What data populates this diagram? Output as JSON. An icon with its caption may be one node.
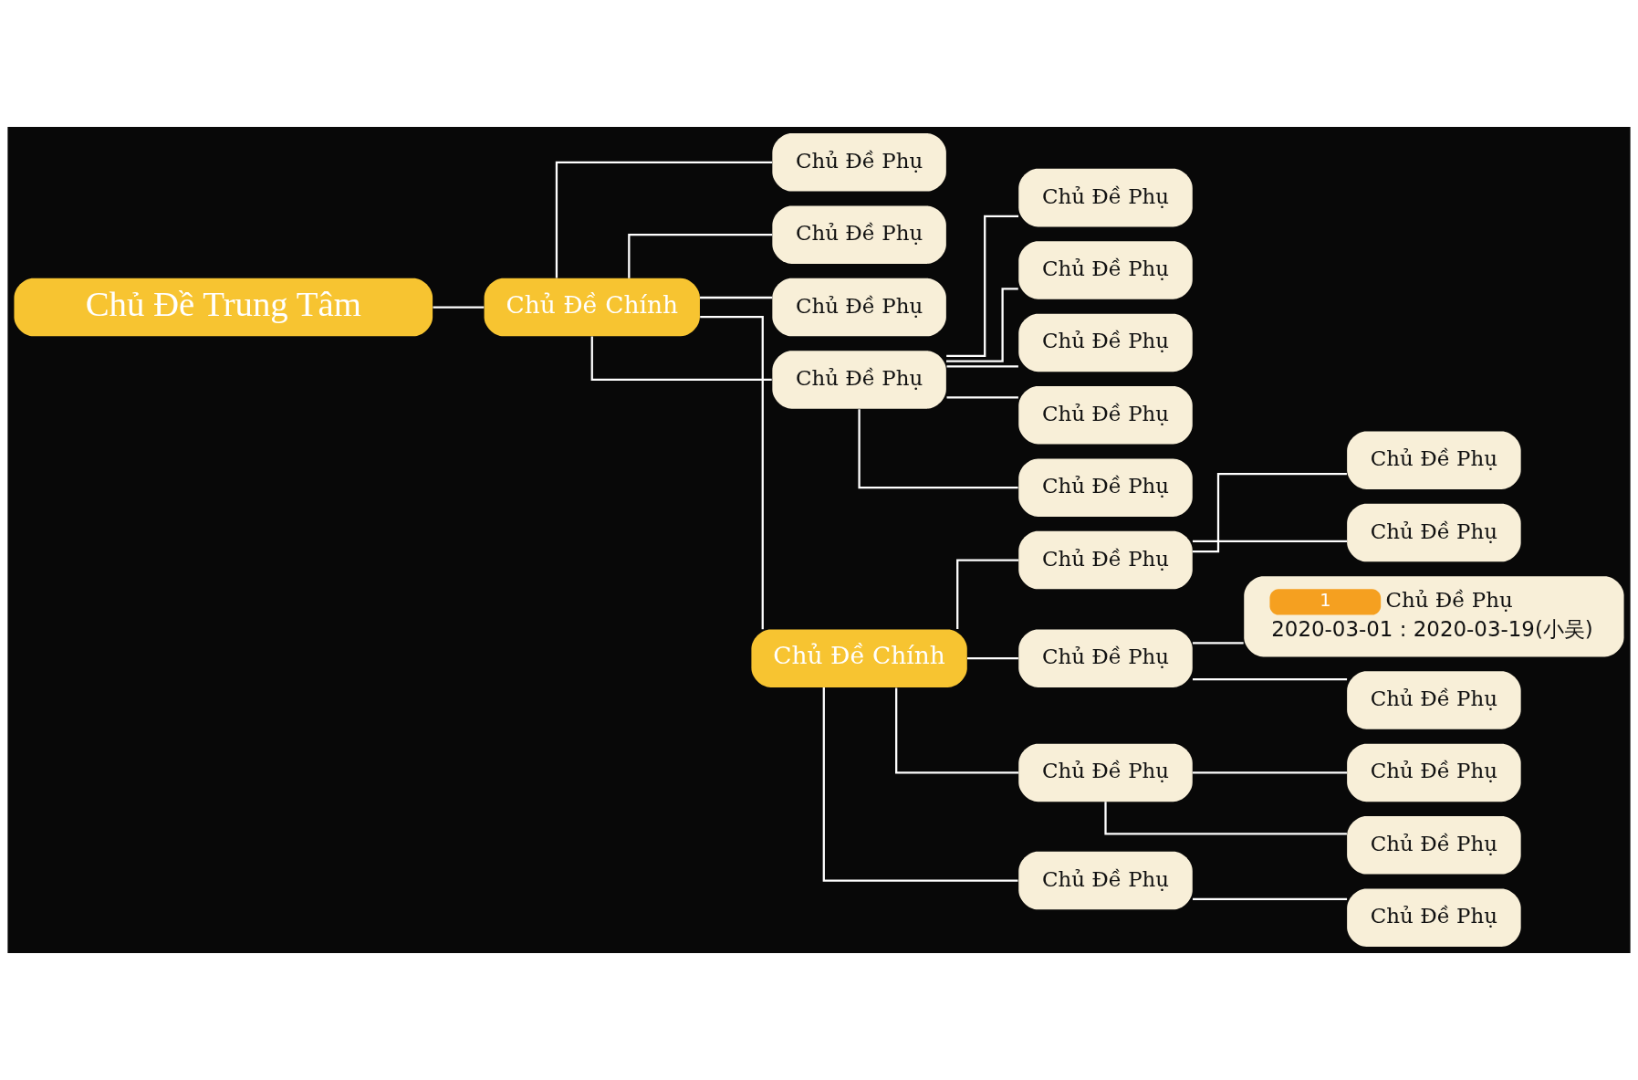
{
  "diagram": {
    "nodes": [
      {
        "text": [
          "Chủ Đề Trung Tâm"
        ]
      },
      {
        "text": [
          "Chủ Đề Chính"
        ]
      },
      {
        "text": [
          "Chủ Đề Phụ"
        ]
      },
      {
        "text": [
          "Chủ Đề Phụ"
        ]
      },
      {
        "text": [
          "Chủ Đề Phụ"
        ]
      },
      {
        "text": [
          "Chủ Đề Phụ"
        ]
      },
      {
        "text": [
          "Chủ Đề Phụ"
        ]
      },
      {
        "text": [
          "Chủ Đề Phụ"
        ]
      },
      {
        "text": [
          "Chủ Đề Phụ"
        ]
      },
      {
        "text": [
          "Chủ Đề Phụ"
        ]
      },
      {
        "text": [
          "Chủ Đề Phụ"
        ]
      },
      {
        "text": [
          "Chủ Đề Chính"
        ]
      },
      {
        "text": [
          "Chủ Đề Phụ"
        ]
      },
      {
        "text": [
          "Chủ Đề Phụ"
        ]
      },
      {
        "text": [
          "Chủ Đề Phụ"
        ]
      },
      {
        "text": [
          "Chủ Đề Phụ"
        ]
      },
      {
        "text": [
          "1",
          "Chủ Đề Phụ",
          "2020-03-01 : 2020-03-19(小吴)"
        ]
      },
      {
        "text": [
          "Chủ Đề Phụ"
        ]
      },
      {
        "text": [
          "Chủ Đề Phụ"
        ]
      },
      {
        "text": [
          "Chủ Đề Phụ"
        ]
      },
      {
        "text": [
          "Chủ Đề Phụ"
        ]
      },
      {
        "text": [
          "Chủ Đề Phụ"
        ]
      },
      {
        "text": [
          "Chủ Đề Phụ"
        ]
      }
    ],
    "edges": [
      {
        "from": 0,
        "to": 1,
        "arrow": "none"
      },
      {
        "from": 1,
        "to": 2,
        "arrow": "none"
      },
      {
        "from": 1,
        "to": 3,
        "arrow": "none"
      },
      {
        "from": 1,
        "to": 4,
        "arrow": "none"
      },
      {
        "from": 1,
        "to": 5,
        "arrow": "none"
      },
      {
        "from": 5,
        "to": 6,
        "arrow": "none"
      },
      {
        "from": 5,
        "to": 7,
        "arrow": "none"
      },
      {
        "from": 5,
        "to": 8,
        "arrow": "none"
      },
      {
        "from": 5,
        "to": 9,
        "arrow": "none"
      },
      {
        "from": 5,
        "to": 10,
        "arrow": "none"
      },
      {
        "from": 1,
        "to": 11,
        "arrow": "none"
      },
      {
        "from": 11,
        "to": 12,
        "arrow": "none"
      },
      {
        "from": 11,
        "to": 15,
        "arrow": "none"
      },
      {
        "from": 11,
        "to": 18,
        "arrow": "none"
      },
      {
        "from": 11,
        "to": 21,
        "arrow": "none"
      },
      {
        "from": 12,
        "to": 13,
        "arrow": "none"
      },
      {
        "from": 12,
        "to": 14,
        "arrow": "none"
      },
      {
        "from": 15,
        "to": 16,
        "arrow": "none"
      },
      {
        "from": 15,
        "to": 17,
        "arrow": "none"
      },
      {
        "from": 18,
        "to": 19,
        "arrow": "none"
      },
      {
        "from": 18,
        "to": 20,
        "arrow": "none"
      },
      {
        "from": 21,
        "to": 22,
        "arrow": "none"
      }
    ]
  }
}
